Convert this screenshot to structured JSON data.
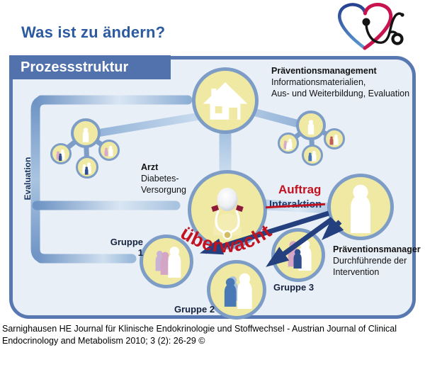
{
  "title": "Was ist zu ändern?",
  "panel": {
    "title": "Prozessstruktur",
    "evaluation": "Evaluation"
  },
  "labels": {
    "praeventionsmanagement": {
      "title": "Präventionsmanagement",
      "line1": "Informationsmaterialien,",
      "line2": "Aus- und Weiterbildung, Evaluation"
    },
    "arzt": {
      "title": "Arzt",
      "line1": "Diabetes-",
      "line2": "Versorgung"
    },
    "auftrag": "Auftrag",
    "interaktion": "Interaktion",
    "ueberwacht": "überwacht",
    "manager": {
      "title": "Präventionsmanager",
      "line1": "Durchführende der",
      "line2": "Intervention"
    },
    "gruppe1": "Gruppe 1",
    "gruppe2": "Gruppe 2",
    "gruppe3": "Gruppe 3"
  },
  "citation": {
    "line1": "Sarnighausen HE Journal für Klinische Endokrinologie und Stoffwechsel - Austrian Journal of Clinical",
    "line2": "Endocrinology and Metabolism 2010; 3 (2): 26-29 ©"
  },
  "icons": {
    "logo": "heart-stethoscope-icon",
    "house": "house-icon",
    "person": "person-icon",
    "people_group": "people-group-icon",
    "doctor": "doctor-icon"
  },
  "colors": {
    "accent_blue": "#2C5AA0",
    "band_blue": "#5272AE",
    "frame_fill": "#E9EFF7",
    "frame_border": "#5878B2",
    "circle_fill": "#EFE9A3",
    "circle_border": "#7D9DC7",
    "connector_blue": "#6E93C4",
    "arrow_navy": "#24407E",
    "alert_red": "#C3121F",
    "heart_red": "#C8134E",
    "heart_blue": "#24408F"
  }
}
